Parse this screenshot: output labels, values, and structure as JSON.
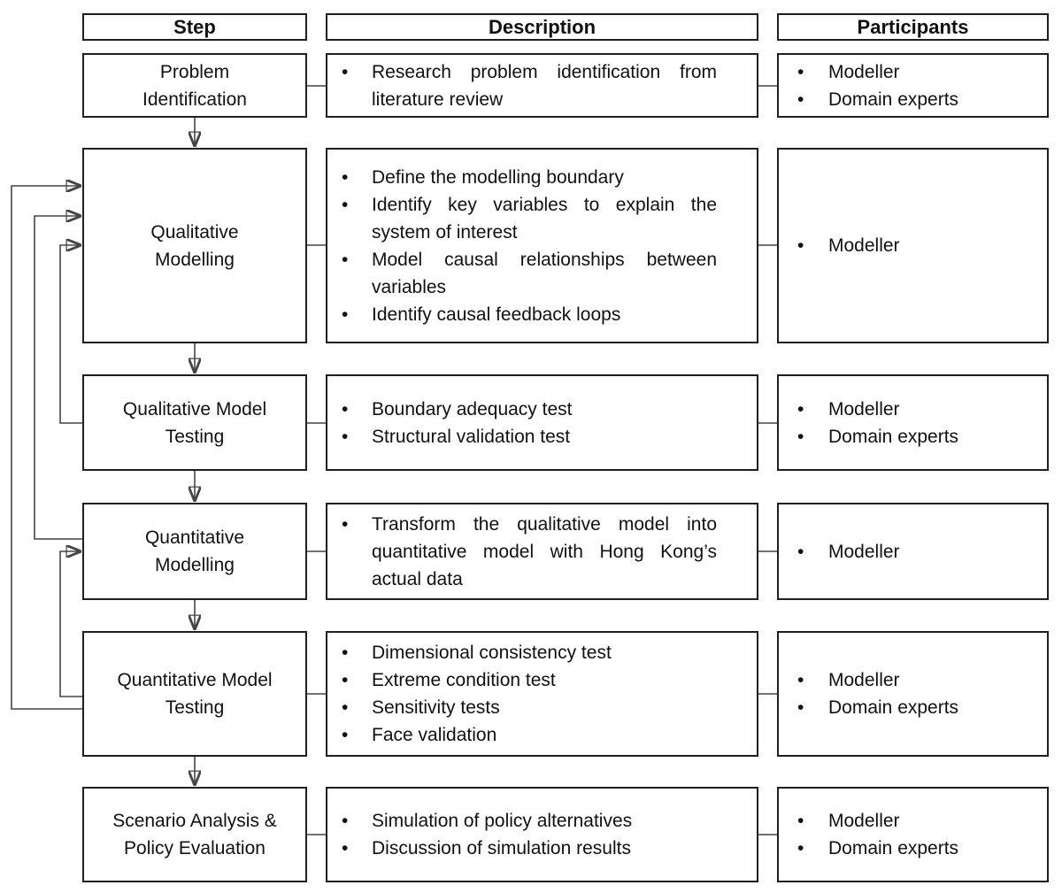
{
  "bullet_char": "•",
  "colors": {
    "background": "#ffffff",
    "box_border": "#1f1f1f",
    "line": "#454545",
    "text": "#111111"
  },
  "columns": {
    "step": "Step",
    "description": "Description",
    "participants": "Participants"
  },
  "rows": [
    {
      "id": "problem-identification",
      "step": "Problem\nIdentification",
      "description": [
        "Research problem identification from literature review"
      ],
      "participants": [
        "Modeller",
        "Domain experts"
      ]
    },
    {
      "id": "qualitative-modelling",
      "step": "Qualitative\nModelling",
      "description": [
        "Define the modelling boundary",
        "Identify key variables to explain the system of interest",
        "Model causal relationships between variables",
        "Identify causal feedback loops"
      ],
      "participants": [
        "Modeller"
      ]
    },
    {
      "id": "qualitative-model-testing",
      "step": "Qualitative Model\nTesting",
      "description": [
        "Boundary adequacy test",
        "Structural validation test"
      ],
      "participants": [
        "Modeller",
        "Domain experts"
      ]
    },
    {
      "id": "quantitative-modelling",
      "step": "Quantitative\nModelling",
      "description": [
        "Transform the qualitative model into quantitative model with Hong Kong’s actual data"
      ],
      "participants": [
        "Modeller"
      ]
    },
    {
      "id": "quantitative-model-testing",
      "step": "Quantitative Model\nTesting",
      "description": [
        "Dimensional consistency test",
        "Extreme condition test",
        "Sensitivity tests",
        "Face validation"
      ],
      "participants": [
        "Modeller",
        "Domain experts"
      ]
    },
    {
      "id": "scenario-analysis-policy-evaluation",
      "step": "Scenario Analysis &\nPolicy Evaluation",
      "description": [
        "Simulation of policy alternatives",
        "Discussion of simulation results"
      ],
      "participants": [
        "Modeller",
        "Domain experts"
      ]
    }
  ],
  "flow": {
    "sequence": [
      "Problem Identification",
      "Qualitative Modelling",
      "Qualitative Model Testing",
      "Quantitative Modelling",
      "Quantitative Model Testing",
      "Scenario Analysis & Policy Evaluation"
    ],
    "feedback_loops": [
      {
        "from": "Qualitative Model Testing",
        "to": "Qualitative Modelling"
      },
      {
        "from": "Quantitative Modelling",
        "to": "Qualitative Modelling"
      },
      {
        "from": "Quantitative Model Testing",
        "to": "Qualitative Modelling"
      },
      {
        "from": "Quantitative Model Testing",
        "to": "Quantitative Modelling"
      }
    ]
  }
}
